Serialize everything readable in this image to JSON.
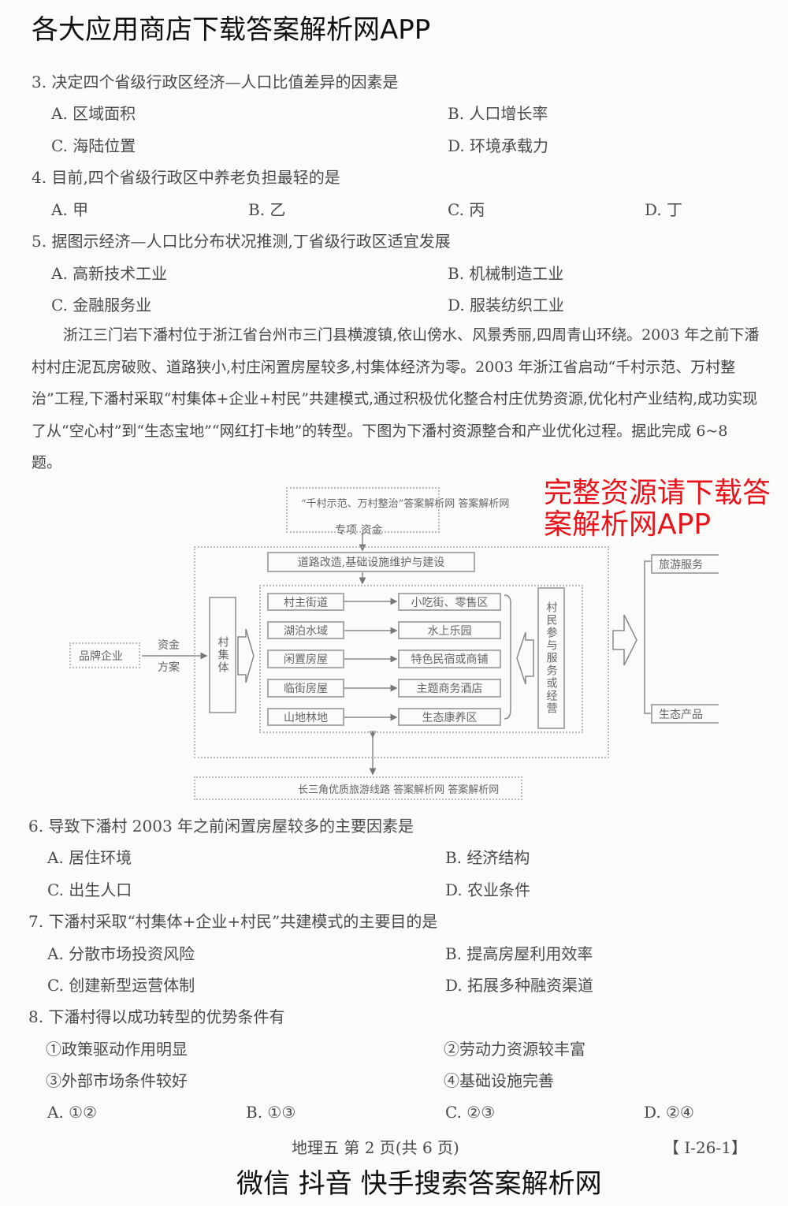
{
  "questions": {
    "q3": {
      "stem": "3. 决定四个省级行政区经济—人口比值差异的因素是",
      "a": "A. 区域面积",
      "b": "B. 人口增长率",
      "c": "C. 海陆位置",
      "d": "D. 环境承载力"
    },
    "q4": {
      "stem": "4. 目前,四个省级行政区中养老负担最轻的是",
      "a": "A. 甲",
      "b": "B. 乙",
      "c": "C. 丙",
      "d": "D. 丁"
    },
    "q5": {
      "stem": "5. 据图示经济—人口比分布状况推测,丁省级行政区适宜发展",
      "a": "A. 高新技术工业",
      "b": "B. 机械制造工业",
      "c": "C. 金融服务业",
      "d": "D. 服装纺织工业"
    },
    "passage": "浙江三门岩下潘村位于浙江省台州市三门县横渡镇,依山傍水、风景秀丽,四周青山环绕。2003 年之前下潘村村庄泥瓦房破败、道路狭小,村庄闲置房屋较多,村集体经济为零。2003 年浙江省启动“千村示范、万村整治”工程,下潘村采取“村集体+企业+村民”共建模式,通过积极优化整合村庄优势资源,优化村产业结构,成功实现了从“空心村”到“生态宝地”“网红打卡地”的转型。下图为下潘村资源整合和产业优化过程。据此完成 6~8 题。",
    "q6": {
      "stem": "6. 导致下潘村 2003 年之前闲置房屋较多的主要因素是",
      "a": "A. 居住环境",
      "b": "B. 经济结构",
      "c": "C. 出生人口",
      "d": "D. 农业条件"
    },
    "q7": {
      "stem": "7. 下潘村采取“村集体+企业+村民”共建模式的主要目的是",
      "a": "A. 分散市场投资风险",
      "b": "B. 提高房屋利用效率",
      "c": "C. 创建新型运营体制",
      "d": "D. 拓展多种融资渠道"
    },
    "q8": {
      "stem": "8. 下潘村得以成功转型的优势条件有",
      "s1": "①政策驱动作用明显",
      "s2": "②劳动力资源较丰富",
      "s3": "③外部市场条件较好",
      "s4": "④基础设施完善",
      "a": "A. ①②",
      "b": "B. ①③",
      "c": "C. ②③",
      "d": "D. ②④"
    }
  },
  "diagram": {
    "top": "“千村示范、万村整治”答案解析网 答案解析网",
    "funds": "专项  资金",
    "road": "道路改造,基础设施维护与建设",
    "brand": "品牌企业",
    "money": "资金",
    "plan": "方案",
    "collective": "村集体",
    "left": [
      "村主街道",
      "湖泊水域",
      "闲置房屋",
      "临街房屋",
      "山地林地"
    ],
    "right": [
      "小吃街、零售区",
      "水上乐园",
      "特色民宿或商铺",
      "主题商务酒店",
      "生态康养区"
    ],
    "villagers": "村民参与服务或经营",
    "tourism": "旅游服务",
    "eco": "生态产品",
    "bottom": "长三角优质旅游线路 答案解析网 答案解析网"
  },
  "footer": {
    "center": "地理五   第 2 页(共 6 页)",
    "code": "【 Ⅰ-26-1】"
  },
  "watermarks": {
    "w1": "各大应用商店下载答案解析网APP",
    "w2": "完整资源请下载答案解析网APP",
    "w3": "微信  抖音  快手搜索答案解析网",
    "red": "#e8141c"
  }
}
